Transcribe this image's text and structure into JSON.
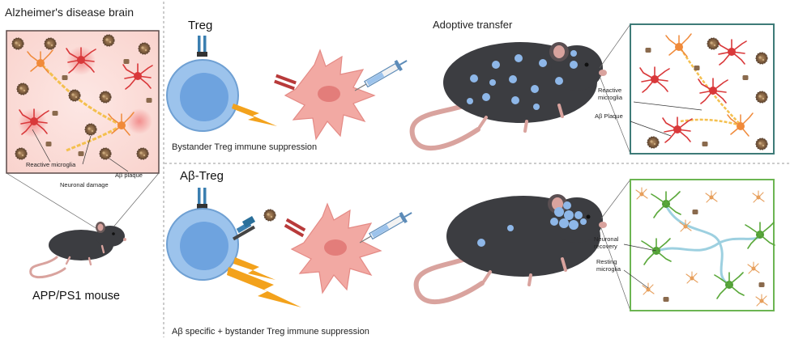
{
  "left_panel": {
    "title": "Alzheimer's disease brain",
    "labels": {
      "reactive_microglia": "Reactive microglia",
      "abeta_plaque": "Aβ plaque",
      "neuronal_damage": "Neuronal damage"
    },
    "mouse_label": "APP/PS1 mouse"
  },
  "top_panel": {
    "cell_title": "Treg",
    "adoptive_title": "Adoptive transfer",
    "caption": "Bystander Treg immune suppression",
    "inset_labels": {
      "reactive_microglia": "Reactive\nmicroglia",
      "abeta_plaque": "Aβ Plaque"
    }
  },
  "bottom_panel": {
    "cell_title": "Aβ-Treg",
    "caption": "Aβ specific + bystander Treg immune suppression",
    "inset_labels": {
      "neuronal_recovery": "Neuronal\nrecovery",
      "resting_microglia": "Resting\nmicroglia"
    }
  },
  "colors": {
    "treg_cell": "#9cc3ec",
    "treg_nucleus": "#4f8ddb",
    "microglia_pink": "#f2a9a3",
    "bolt_orange": "#f3a21c",
    "mouse_body": "#3c3d41",
    "tail_pink": "#d9a39e",
    "inset_border_top": "#3e7b78",
    "inset_border_bottom": "#6cb552",
    "reactive_red": "#d9383a",
    "neuron_orange": "#f08a3a",
    "plaque_brown": "#8a6a4d",
    "resting_green": "#5aa83a",
    "axon_blue": "#9dd0e0"
  }
}
